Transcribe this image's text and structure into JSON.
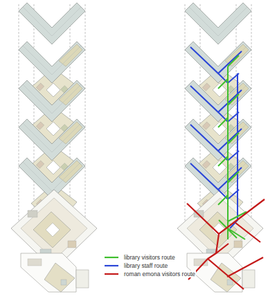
{
  "diagram": {
    "legend": [
      {
        "text": "library visitors route"
      },
      {
        "text": "library staff route"
      },
      {
        "text": "roman emona visitors route"
      }
    ]
  }
}
